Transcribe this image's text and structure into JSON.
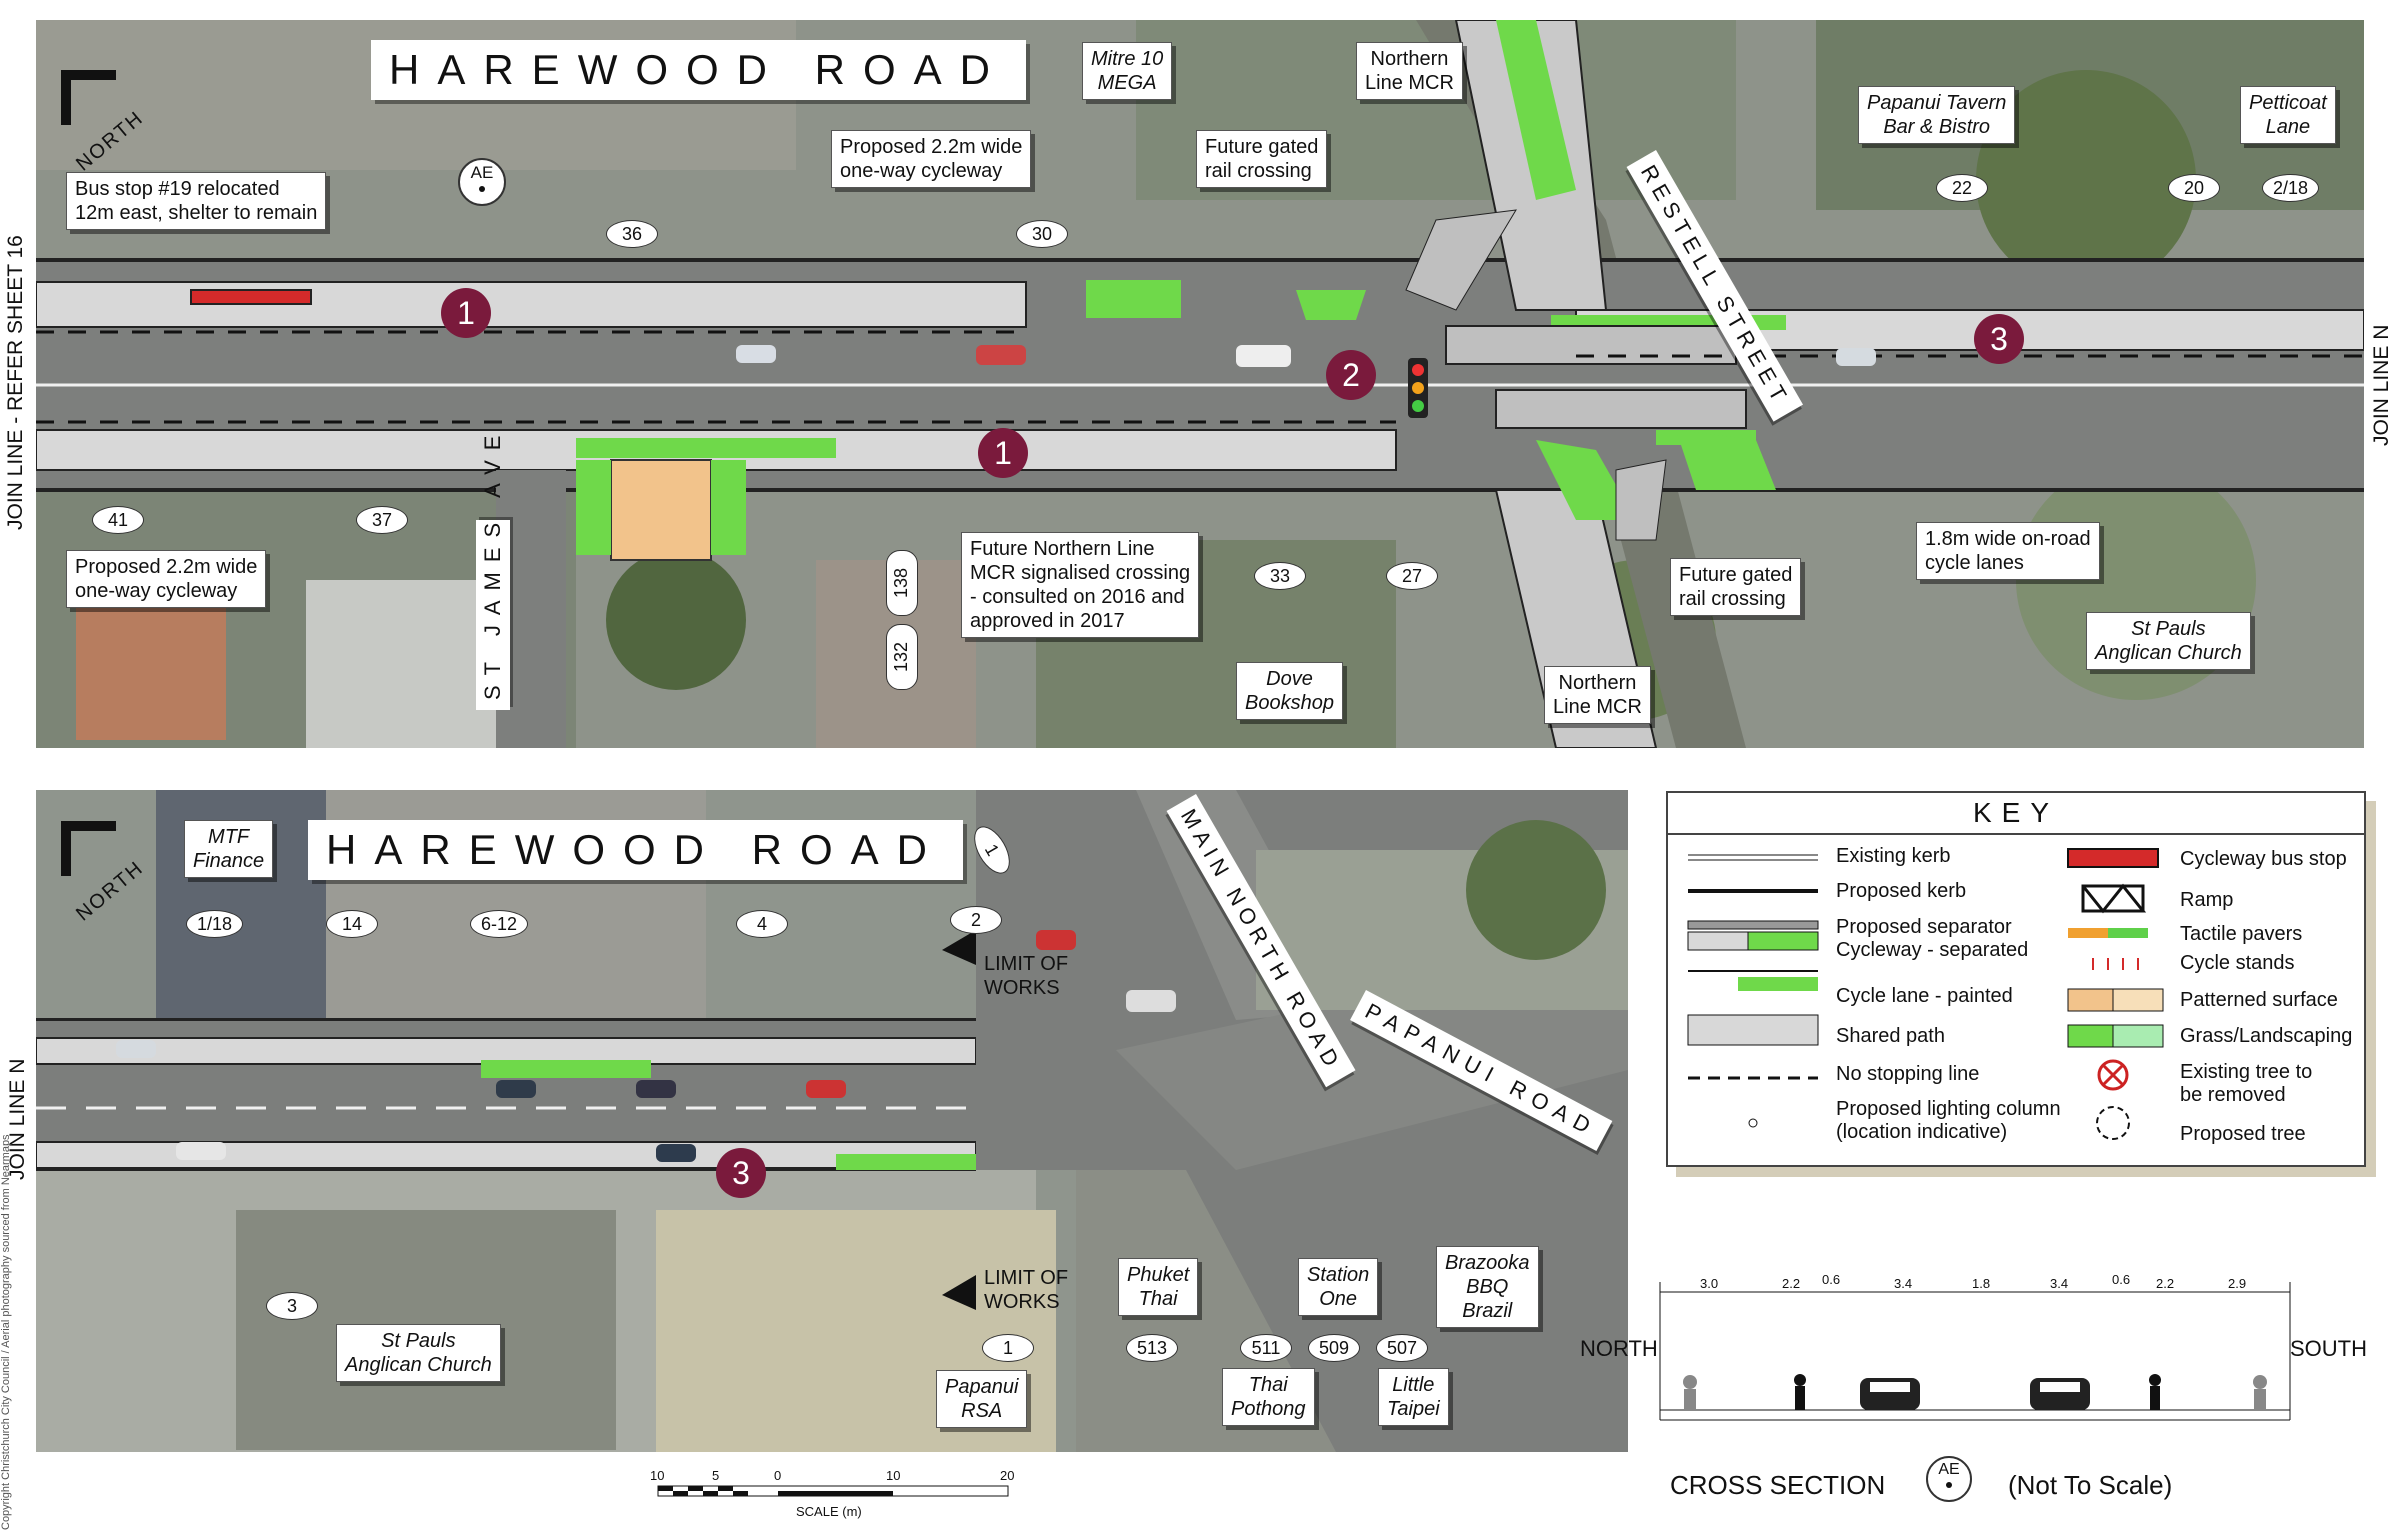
{
  "top_map": {
    "title": "HAREWOOD ROAD",
    "north": "NORTH",
    "side_left": "JOIN LINE - REFER SHEET 16",
    "side_right": "JOIN LINE N",
    "section_marker": "AE",
    "markers": [
      "1",
      "1",
      "2",
      "3"
    ],
    "labels": {
      "mitre10": "Mitre 10\nMEGA",
      "northern_mcr_top": "Northern\nLine MCR",
      "papanui_tavern": "Papanui Tavern\nBar & Bistro",
      "petticoat": "Petticoat\nLane",
      "bus_stop": "Bus stop #19 relocated\n12m east, shelter to remain",
      "cycleway_top": "Proposed 2.2m wide\none-way cycleway",
      "gated_top": "Future gated\nrail crossing",
      "cycleway_bottom": "Proposed 2.2m wide\none-way cycleway",
      "future_mcr": "Future Northern Line\nMCR signalised crossing\n- consulted on 2016 and\napproved in 2017",
      "dove": "Dove\nBookshop",
      "northern_mcr_bottom": "Northern\nLine MCR",
      "gated_bottom": "Future gated\nrail crossing",
      "onroad": "1.8m wide on-road\ncycle lanes",
      "st_pauls": "St Pauls\nAnglican Church"
    },
    "streets": {
      "restell": "RESTELL STREET",
      "st_james": "ST JAMES AVE"
    },
    "addresses": {
      "a36": "36",
      "a30": "30",
      "a22": "22",
      "a20": "20",
      "a2_18": "2/18",
      "a41": "41",
      "a37": "37",
      "a138": "138",
      "a132": "132",
      "a33": "33",
      "a27": "27"
    }
  },
  "bottom_map": {
    "title": "HAREWOOD ROAD",
    "north": "NORTH",
    "side_left": "JOIN LINE N",
    "copyright": "Copyright Christchurch City Council / Aerial photography sourced from Nearmaps",
    "marker": "3",
    "labels": {
      "mtf": "MTF\nFinance",
      "limit_top": "LIMIT OF\nWORKS",
      "limit_bottom": "LIMIT OF\nWORKS",
      "st_pauls": "St Pauls\nAnglican Church",
      "papanui_rsa": "Papanui\nRSA",
      "phuket": "Phuket\nThai",
      "station": "Station\nOne",
      "brazooka": "Brazooka\nBBQ\nBrazil",
      "thai_pothong": "Thai\nPothong",
      "little_taipei": "Little\nTaipei"
    },
    "streets": {
      "main_north": "MAIN NORTH ROAD",
      "papanui_road": "PAPANUI ROAD"
    },
    "addresses": {
      "b1_18": "1/18",
      "b14": "14",
      "b6_12": "6-12",
      "b4": "4",
      "b2": "2",
      "b1top": "1",
      "b3": "3",
      "b1": "1",
      "b513": "513",
      "b511": "511",
      "b509": "509",
      "b507": "507"
    }
  },
  "key": {
    "title": "KEY",
    "items_left": [
      "Existing kerb",
      "Proposed kerb",
      "Proposed separator\nCycleway - separated",
      "Cycle lane - painted",
      "Shared path",
      "No stopping line",
      "Proposed lighting column\n(location indicative)"
    ],
    "items_right": [
      "Cycleway bus stop",
      "Ramp",
      "Tactile pavers",
      "Cycle stands",
      "Patterned surface",
      "Grass/Landscaping",
      "Existing tree to\nbe removed",
      "Proposed tree"
    ],
    "colors": {
      "bus_stop_red": "#d42a2a",
      "tactile_orange": "#f0a030",
      "tactile_green": "#5fd04a",
      "grass": "#6fd94a",
      "patterned": "#f2c38b",
      "marker": "#7a1a3c"
    }
  },
  "cross_section": {
    "widths": [
      "3.0",
      "2.2",
      "0.6",
      "3.4",
      "1.8",
      "3.4",
      "0.6",
      "2.2",
      "2.9"
    ],
    "north": "NORTH",
    "south": "SOUTH",
    "title": "CROSS SECTION",
    "marker": "AE",
    "note": "(Not To Scale)"
  },
  "scale_bar": {
    "ticks": [
      "10",
      "5",
      "0",
      "10",
      "20"
    ],
    "label": "SCALE (m)"
  }
}
